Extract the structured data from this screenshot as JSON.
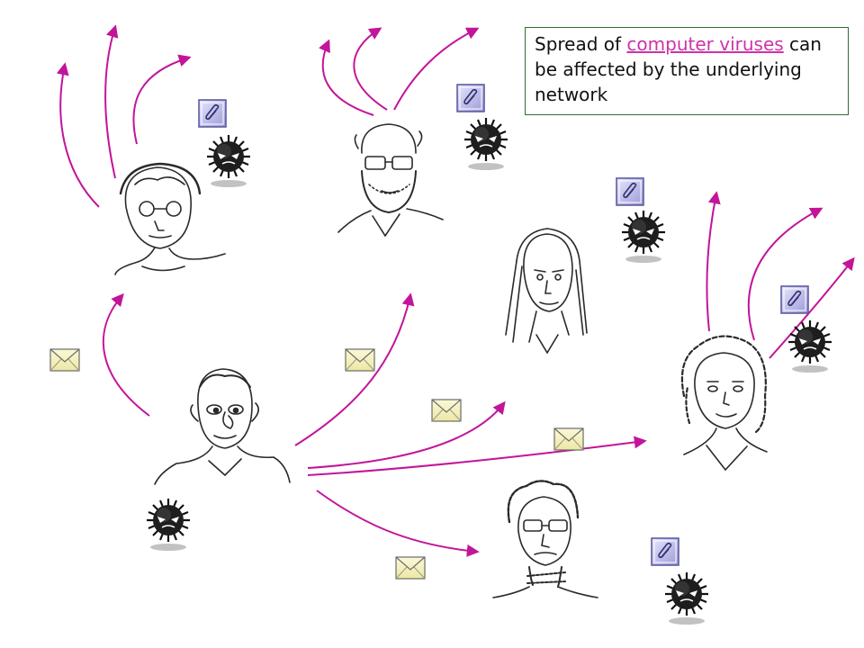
{
  "callout": {
    "text_before": "Spread of ",
    "link_text": "computer viruses",
    "text_after": "can be affected by the underlying network"
  },
  "colors": {
    "arrow": "#c2159a",
    "link": "#cc33aa",
    "border": "#2f6f2f",
    "virus": "#222222",
    "envelope": "#f6f3bf",
    "attachment": "#c8c7ee"
  },
  "icons": [
    "person-sketch",
    "virus-icon",
    "envelope-icon",
    "attachment-icon",
    "arrow"
  ]
}
